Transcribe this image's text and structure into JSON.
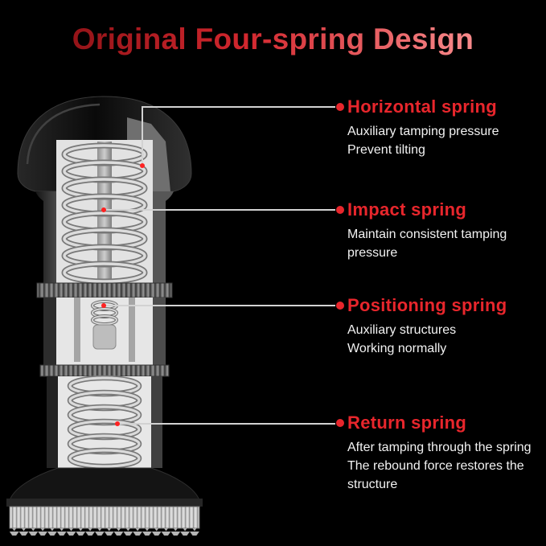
{
  "title": "Original Four-spring Design",
  "colors": {
    "background": "#000000",
    "accent_red": "#e8262c",
    "title_gradient_start": "#8e1216",
    "title_gradient_end": "#ff9e9e",
    "body_text": "#f2f2f2",
    "connector_gray": "#d2d2d2"
  },
  "diagram": {
    "name": "tamper-cross-section",
    "parts": [
      "knob-dome",
      "horizontal-spring",
      "impact-spring",
      "positioning-spring",
      "return-spring",
      "base-plate"
    ]
  },
  "annotations": [
    {
      "heading": "Horizontal spring",
      "description": "Auxiliary tamping pressure\nPrevent tilting"
    },
    {
      "heading": "Impact spring",
      "description": "Maintain consistent tamping\npressure"
    },
    {
      "heading": "Positioning spring",
      "description": "Auxiliary structures\nWorking normally"
    },
    {
      "heading": "Return spring",
      "description": "After tamping through the spring\nThe rebound force restores the\nstructure"
    }
  ]
}
